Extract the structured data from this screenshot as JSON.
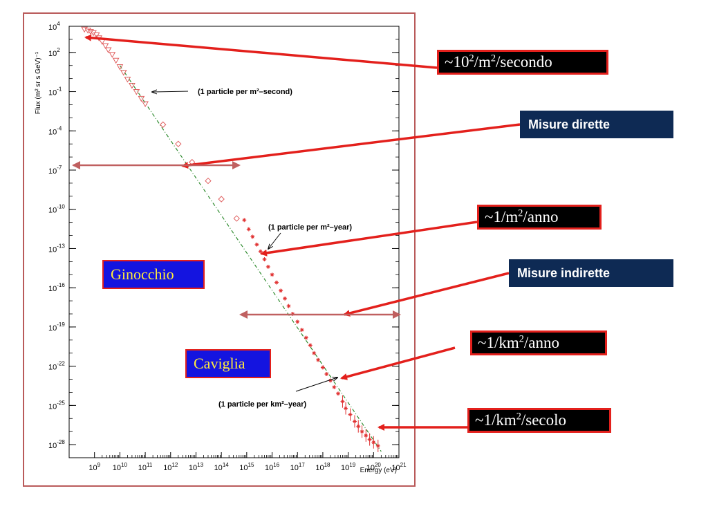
{
  "chart_data": {
    "type": "scatter",
    "title": "",
    "xlabel": "Energy (eV)",
    "ylabel": "Flux (m² sr s GeV)⁻¹",
    "xscale": "log",
    "yscale": "log",
    "xlim": [
      100000000.0,
      1e+21
    ],
    "ylim": [
      1e-29,
      10000.0
    ],
    "xticks": [
      {
        "base": "10",
        "exp": "9"
      },
      {
        "base": "10",
        "exp": "10"
      },
      {
        "base": "10",
        "exp": "11"
      },
      {
        "base": "10",
        "exp": "12"
      },
      {
        "base": "10",
        "exp": "13"
      },
      {
        "base": "10",
        "exp": "14"
      },
      {
        "base": "10",
        "exp": "15"
      },
      {
        "base": "10",
        "exp": "16"
      },
      {
        "base": "10",
        "exp": "17"
      },
      {
        "base": "10",
        "exp": "18"
      },
      {
        "base": "10",
        "exp": "19"
      },
      {
        "base": "10",
        "exp": "20"
      },
      {
        "base": "10",
        "exp": "21"
      }
    ],
    "yticks": [
      {
        "base": "10",
        "exp": "4"
      },
      {
        "base": "10",
        "exp": "2"
      },
      {
        "base": "10",
        "exp": "-1"
      },
      {
        "base": "10",
        "exp": "-4"
      },
      {
        "base": "10",
        "exp": "-7"
      },
      {
        "base": "10",
        "exp": "-10"
      },
      {
        "base": "10",
        "exp": "-13"
      },
      {
        "base": "10",
        "exp": "-16"
      },
      {
        "base": "10",
        "exp": "-19"
      },
      {
        "base": "10",
        "exp": "-22"
      },
      {
        "base": "10",
        "exp": "-25"
      },
      {
        "base": "10",
        "exp": "-28"
      }
    ],
    "fit_line": {
      "x": [
        10000000000.0,
        2e+20
      ],
      "y": [
        10,
        3e-29
      ],
      "color": "#2e8b2e",
      "style": "dash-dot"
    },
    "series": [
      {
        "marker": "triangle",
        "color": "#e06060",
        "x": [
          400000000.0,
          550000000.0,
          700000000.0,
          900000000.0,
          1200000000.0,
          1500000000.0,
          2000000000.0,
          2700000000.0,
          3500000000.0,
          5000000000.0,
          7000000000.0,
          10000000000.0,
          14000000000.0,
          20000000000.0,
          30000000000.0,
          45000000000.0,
          70000000000.0,
          100000000000.0
        ],
        "y": [
          6000,
          5000,
          4000,
          3200,
          2200,
          1300,
          700,
          330,
          160,
          70,
          25,
          8,
          3,
          0.9,
          0.3,
          0.1,
          0.03,
          0.012
        ]
      },
      {
        "marker": "diamond",
        "color": "#e06060",
        "x": [
          500000000000.0,
          2000000000000.0,
          7000000000000.0,
          30000000000000.0,
          100000000000000.0,
          400000000000000.0
        ],
        "y": [
          0.0003,
          1e-05,
          4e-07,
          1.5e-08,
          6e-10,
          2e-11
        ]
      },
      {
        "marker": "star",
        "color": "#e03030",
        "x": [
          800000000000000.0,
          1200000000000000.0,
          1700000000000000.0,
          2500000000000000.0,
          3500000000000000.0,
          5000000000000000.0,
          7000000000000000.0,
          1e+16,
          1.5e+16,
          2.2e+16,
          3.2e+16,
          4.5e+16,
          6.5e+16,
          1e+17,
          1.5e+17,
          2.2e+17,
          3.2e+17,
          4.5e+17,
          6.5e+17,
          1e+18,
          1.4e+18,
          2e+18,
          2.8e+18,
          4e+18,
          6e+18,
          8e+18,
          1.2e+19,
          1.8e+19,
          2.5e+19,
          3.5e+19,
          5e+19,
          7e+19,
          1e+20,
          1.5e+20
        ],
        "y": [
          1.5e-11,
          3e-12,
          8e-13,
          2e-13,
          6e-14,
          1.5e-14,
          4e-15,
          1e-15,
          2.5e-16,
          6e-17,
          1.5e-17,
          4e-18,
          1e-18,
          2.5e-19,
          6e-20,
          1.5e-20,
          4e-21,
          1e-21,
          3e-22,
          8e-23,
          2.5e-23,
          8e-24,
          2.5e-24,
          8e-25,
          2e-25,
          6e-26,
          2e-26,
          6e-27,
          2.5e-27,
          1e-27,
          5e-28,
          2.5e-28,
          1.5e-28,
          8e-29
        ]
      }
    ],
    "annotations": [
      {
        "text": "(1 particle per m²–second)",
        "point": [
          100000000000.0,
          0.012
        ]
      },
      {
        "text": "(1 particle per m²–year)",
        "point": [
          4000000000000000.0,
          3e-14
        ]
      },
      {
        "text": "(1 particle per km²–year)",
        "point": [
          3e+18,
          8e-24
        ]
      }
    ]
  },
  "callouts": {
    "rate_second": {
      "pre": "~10",
      "sup1": "2",
      "mid": "/m",
      "sup2": "2",
      "post": "/secondo"
    },
    "direct": "Misure dirette",
    "rate_year": {
      "pre": "~1/m",
      "sup": "2",
      "post": "/anno"
    },
    "indirect": "Misure indirette",
    "rate_km_year": {
      "pre": "~1/km",
      "sup": "2",
      "post": "/anno"
    },
    "rate_km_century": {
      "pre": "~1/km",
      "sup": "2",
      "post": "/secolo"
    },
    "knee": "Ginocchio",
    "ankle": "Caviglia"
  },
  "colors": {
    "arrow": "#e3201c",
    "range_arrow": "#c06060",
    "navy": "#0e2a54",
    "callout_blue": "#1414e0"
  }
}
